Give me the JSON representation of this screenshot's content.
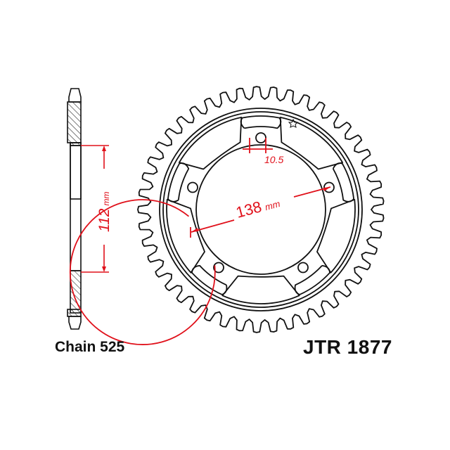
{
  "diagram": {
    "chain_label": "Chain 525",
    "model_label": "JTR 1877",
    "dimensions": {
      "inner_diameter": "112",
      "inner_diameter_unit": "mm",
      "bolt_circle": "138",
      "bolt_circle_unit": "mm",
      "bolt_hole": "10.5"
    },
    "bolt_holes": 5,
    "colors": {
      "outline": "#111111",
      "dimension": "#e0101a"
    }
  }
}
